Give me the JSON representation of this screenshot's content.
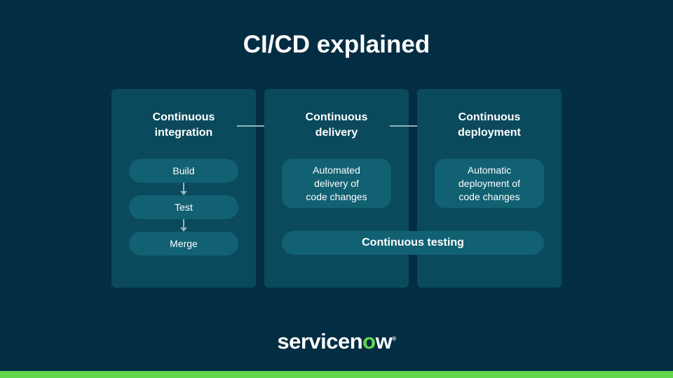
{
  "title": "CI/CD explained",
  "stages": [
    {
      "heading_line1": "Continuous",
      "heading_line2": "integration",
      "steps": [
        "Build",
        "Test",
        "Merge"
      ]
    },
    {
      "heading_line1": "Continuous",
      "heading_line2": "delivery",
      "description_lines": [
        "Automated",
        "delivery of",
        "code changes"
      ]
    },
    {
      "heading_line1": "Continuous",
      "heading_line2": "deployment",
      "description_lines": [
        "Automatic",
        "deployment of",
        "code changes"
      ]
    }
  ],
  "shared_band": "Continuous testing",
  "logo": {
    "text_main": "servicen",
    "text_o": "o",
    "text_end": "w",
    "mark": "®"
  },
  "colors": {
    "background": "#032d42",
    "panel": "#0a4a5c",
    "pill": "#116173",
    "accent": "#62d84e"
  }
}
